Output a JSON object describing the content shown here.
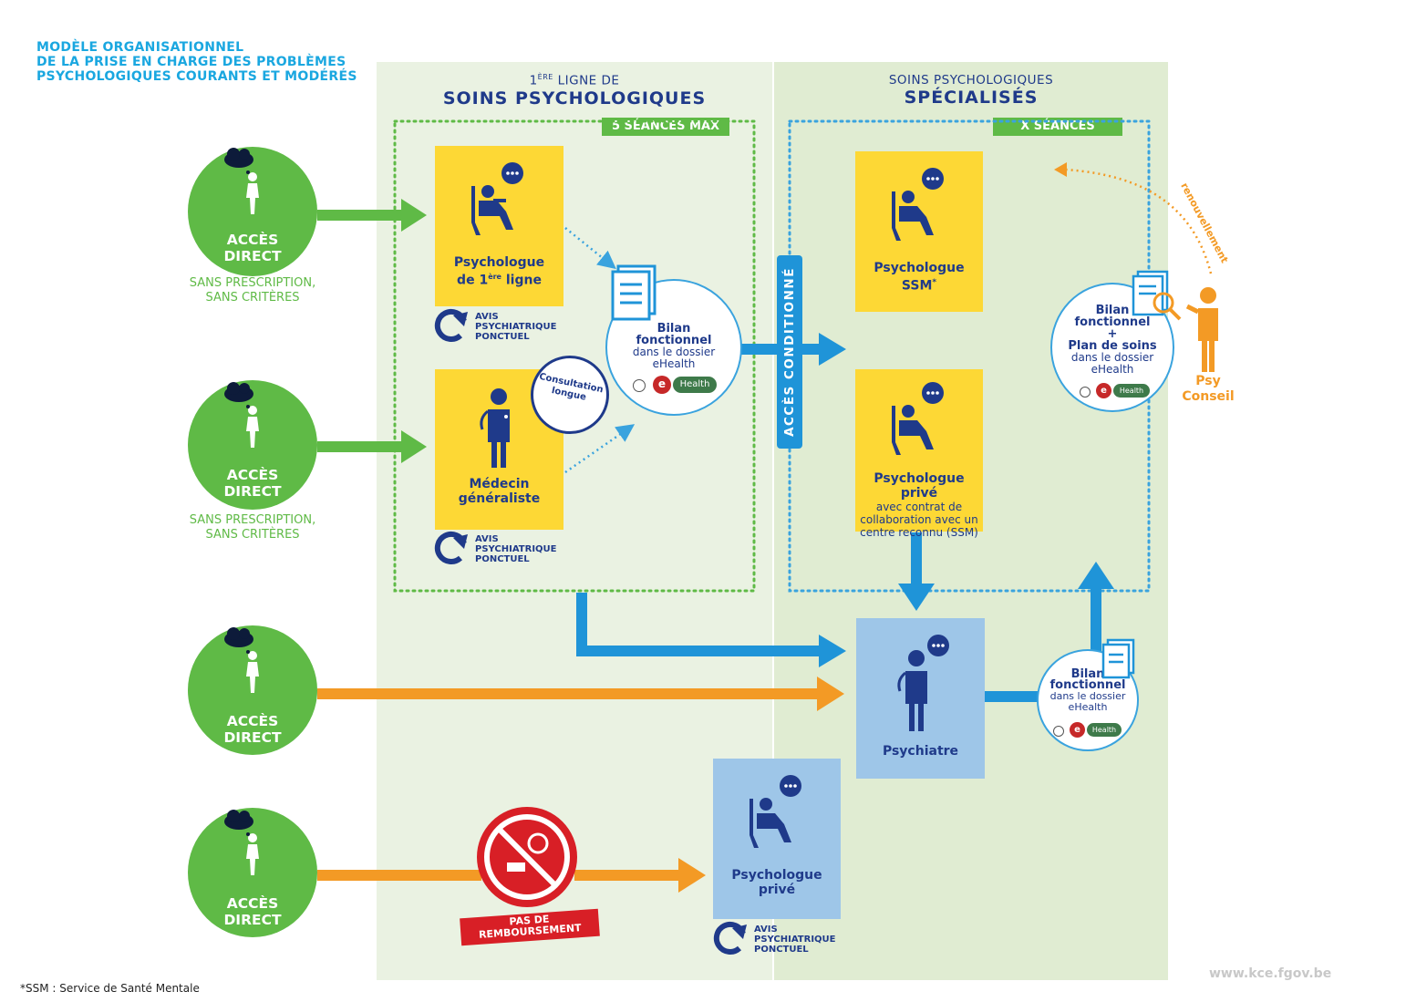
{
  "title": {
    "line1": "MODÈLE ORGANISATIONNEL",
    "line2": "DE LA PRISE EN CHARGE DES PROBLÈMES",
    "line3": "PSYCHOLOGIQUES COURANTS ET MODÉRÉS"
  },
  "left_column": {
    "pre": "1",
    "sup": "ÈRE",
    "pre2": " LIGNE DE",
    "main": "SOINS PSYCHOLOGIQUES",
    "sessions": "5 SÉANCES MAX"
  },
  "right_column": {
    "pre": "SOINS PSYCHOLOGIQUES",
    "main": "SPÉCIALISÉS",
    "sessions": "X SÉANCES"
  },
  "access": {
    "label1": "ACCÈS",
    "label2": "DIRECT",
    "note1": "SANS PRESCRIPTION,",
    "note2": "SANS CRITÈRES"
  },
  "cards": {
    "psy_first": {
      "l1": "Psychologue",
      "l2a": "de 1",
      "l2sup": "ère",
      "l2b": " ligne"
    },
    "gp": {
      "l1": "Médecin",
      "l2": "généraliste"
    },
    "consult": {
      "l1": "Consultation",
      "l2": "longue"
    },
    "psy_ssm": {
      "l1": "Psychologue",
      "l2": "SSM",
      "l2sup": "*"
    },
    "psy_private_ssm": {
      "l1": "Psychologue privé",
      "l2": "avec contrat de",
      "l3": "collaboration avec un",
      "l4": "centre reconnu (SSM)"
    },
    "psychiatrist": {
      "l1": "Psychiatre"
    },
    "psy_private": {
      "l1": "Psychologue",
      "l2": "privé"
    }
  },
  "avis": {
    "l1": "AVIS",
    "l2": "PSYCHIATRIQUE",
    "l3": "PONCTUEL"
  },
  "bilan_left": {
    "l1": "Bilan",
    "l2": "fonctionnel",
    "l3": "dans le dossier",
    "l4": "eHealth"
  },
  "bilan_right": {
    "l1": "Bilan",
    "l2": "fonctionnel",
    "l3": "+",
    "l4": "Plan de soins",
    "l5": "dans le dossier",
    "l6": "eHealth"
  },
  "bilan_bottom": {
    "l1": "Bilan",
    "l2": "fonctionnel",
    "l3": "dans le dossier",
    "l4": "eHealth"
  },
  "ehealth": {
    "e": "e",
    "health": "Health"
  },
  "acces_conditionne": "ACCÈS CONDITIONNÉ",
  "psy_conseil": {
    "l1": "Psy",
    "l2": "Conseil"
  },
  "renouvellement": "renouvellement",
  "no_refund": {
    "l1": "PAS DE",
    "l2": "REMBOURSEMENT"
  },
  "footnote": "*SSM : Service de Santé Mentale",
  "website": "www.kce.fgov.be",
  "colors": {
    "green": "#5fba46",
    "orange": "#f39a25",
    "blue_dark": "#1f3a8a",
    "blue_arrow": "#1f94d8",
    "yellow": "#fdd835",
    "light_blue": "#9ec6e8",
    "red": "#d81f26"
  }
}
